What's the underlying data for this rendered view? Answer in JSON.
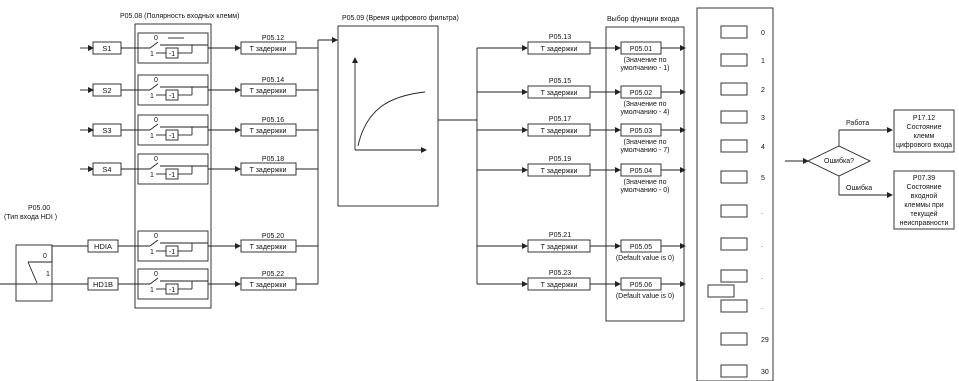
{
  "polarity": {
    "title": "P05.08 (Полярность входных клемм)"
  },
  "filter": {
    "title": "P05.09 (Время цифрового фильтра)"
  },
  "selection": {
    "title": "Выбор функции входа"
  },
  "switch_labels": {
    "zero": "0",
    "one": "1",
    "invert": "-1"
  },
  "hdi": {
    "title_line1": "P05.00",
    "title_line2": "(Тип входа HDI )",
    "label0": "0",
    "label1": "1"
  },
  "inputs": [
    {
      "name": "S1",
      "delay_param": "P05.12",
      "delay_label": "T задержки",
      "delay2_param": "P05.13",
      "delay2_label": "T задержки",
      "func": "P05.01",
      "note1": "(Значение по",
      "note2": "умолчанию - 1)"
    },
    {
      "name": "S2",
      "delay_param": "P05.14",
      "delay_label": "T задержки",
      "delay2_param": "P05.15",
      "delay2_label": "T задержки",
      "func": "P05.02",
      "note1": "(Значение по",
      "note2": "умолчанию - 4)"
    },
    {
      "name": "S3",
      "delay_param": "P05.16",
      "delay_label": "T задержки",
      "delay2_param": "P05.17",
      "delay2_label": "T задержки",
      "func": "P05.03",
      "note1": "(Значение по",
      "note2": "умолчанию - 7)"
    },
    {
      "name": "S4",
      "delay_param": "P05.18",
      "delay_label": "T задержки",
      "delay2_param": "P05.19",
      "delay2_label": "T задержки",
      "func": "P05.04",
      "note1": "(Значение по",
      "note2": "умолчанию - 0)"
    },
    {
      "name": "HDIA",
      "delay_param": "P05.20",
      "delay_label": "T задержки",
      "delay2_param": "P05.21",
      "delay2_label": "T задержки",
      "func": "P05.05",
      "note1": "(Default value is 0)",
      "note2": ""
    },
    {
      "name": "HD1B",
      "delay_param": "P05.22",
      "delay_label": "T задержки",
      "delay2_param": "P05.23",
      "delay2_label": "T задержки",
      "func": "P05.06",
      "note1": "(Default value is 0)",
      "note2": ""
    }
  ],
  "functions": [
    "0",
    "1",
    "2",
    "3",
    "4",
    "5",
    ".",
    ".",
    ".",
    ".",
    "29",
    "30"
  ],
  "decision": {
    "question": "Ошибка?",
    "ok_label": "Работа",
    "err_label": "Ошибка",
    "ok_box": [
      "P17.12",
      "Состояние",
      "клемм",
      "цифрового входа"
    ],
    "err_box": [
      "P07.39",
      "Состояние",
      "входной",
      "клеммы при",
      "текущей",
      "неисправности"
    ]
  }
}
